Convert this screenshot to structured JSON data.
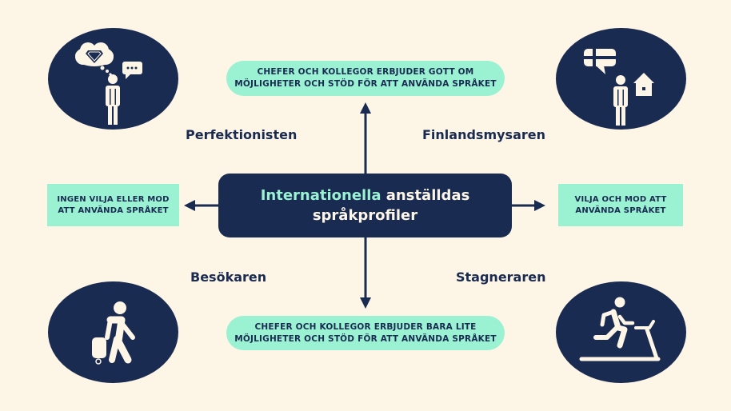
{
  "center": {
    "title_accent": "Internationella",
    "title_rest": " anställdas",
    "title_line2": "språkprofiler"
  },
  "axes": {
    "top": "CHEFER OCH KOLLEGOR ERBJUDER GOTT OM MÖJLIGHETER OCH STÖD FÖR ATT ANVÄNDA SPRÅKET",
    "top_line1": "CHEFER OCH KOLLEGOR ERBJUDER GOTT OM",
    "top_line2": "MÖJLIGHETER OCH STÖD FÖR ATT ANVÄNDA SPRÅKET",
    "bottom_line1": "CHEFER OCH KOLLEGOR ERBJUDER BARA LITE",
    "bottom_line2": "MÖJLIGHETER OCH STÖD FÖR ATT ANVÄNDA SPRÅKET",
    "left_line1": "INGEN VILJA ELLER MOD",
    "left_line2": "ATT ANVÄNDA SPRÅKET",
    "right_line1": "VILJA OCH MOD ATT",
    "right_line2": "ANVÄNDA SPRÅKET"
  },
  "quadrants": [
    {
      "position": "top-left",
      "label": "Perfektionisten",
      "icon": "person-thinking-diamond-icon"
    },
    {
      "position": "top-right",
      "label": "Finlandsmysaren",
      "icon": "person-finnish-flag-home-icon"
    },
    {
      "position": "bottom-left",
      "label": "Besökaren",
      "icon": "traveler-suitcase-icon"
    },
    {
      "position": "bottom-right",
      "label": "Stagneraren",
      "icon": "treadmill-runner-icon"
    }
  ],
  "colors": {
    "background": "#fdf5e6",
    "navy": "#1a2b52",
    "mint": "#9af2d3"
  }
}
